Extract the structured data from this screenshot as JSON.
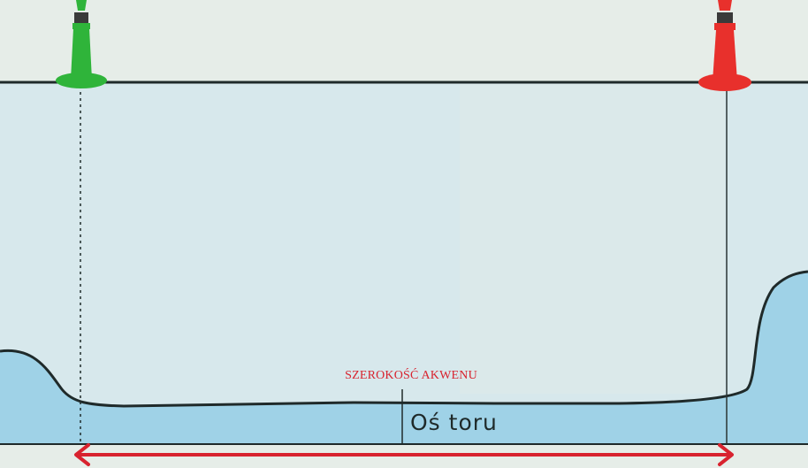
{
  "labels": {
    "fairway_width": "SZEROKOŚĆ AKWENU",
    "fairway_axis": "Oś toru"
  },
  "buoys": [
    {
      "name": "green-buoy",
      "side": "left",
      "color": "#2fb43a"
    },
    {
      "name": "red-buoy",
      "side": "right",
      "color": "#e8302c"
    }
  ],
  "colors": {
    "sky": "#e6ede8",
    "water": "#d6e7ec",
    "seabed_fill": "#9cd0e6",
    "outline": "#1f2a2a",
    "arrow": "#d8232f",
    "label_red": "#d8232f"
  }
}
